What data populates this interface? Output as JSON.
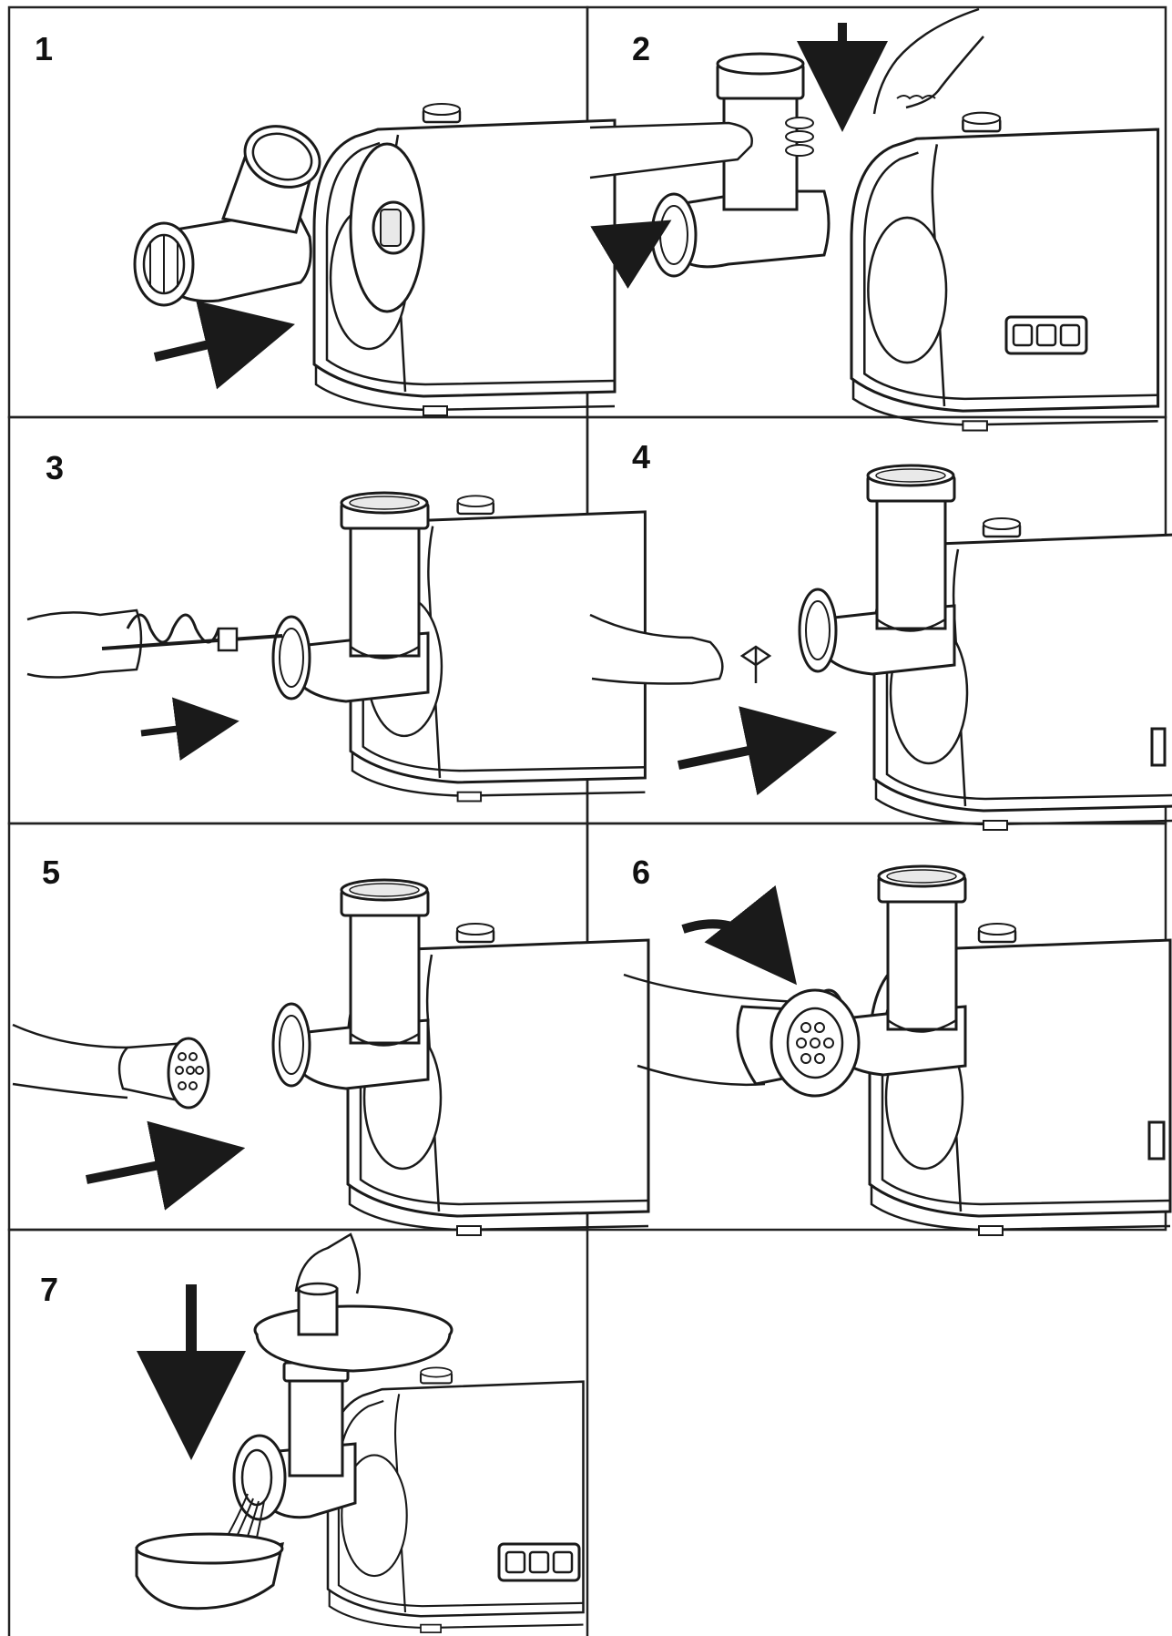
{
  "steps": [
    {
      "number": "1",
      "illustration": "attach-feed-tube"
    },
    {
      "number": "2",
      "illustration": "lock-feed-tube"
    },
    {
      "number": "3",
      "illustration": "insert-auger"
    },
    {
      "number": "4",
      "illustration": "insert-cutting-blade"
    },
    {
      "number": "5",
      "illustration": "insert-grinding-plate"
    },
    {
      "number": "6",
      "illustration": "screw-on-ring-nut"
    },
    {
      "number": "7",
      "illustration": "add-tray-and-grind"
    }
  ],
  "colors": {
    "line": "#1a1a1a",
    "frame": "#222222",
    "fill": "#ffffff",
    "shade": "#e9e9e9"
  }
}
